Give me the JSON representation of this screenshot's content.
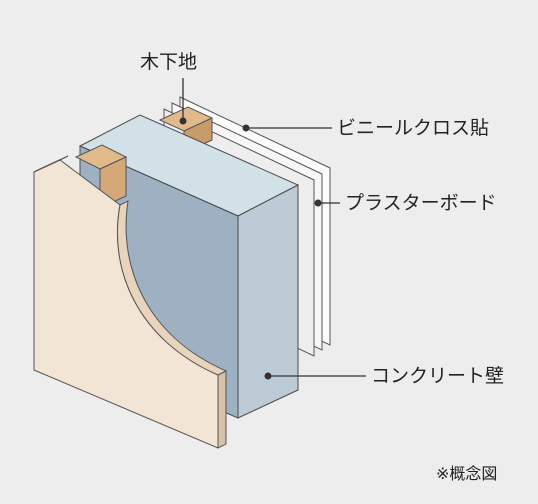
{
  "labels": {
    "wood_furring": "木下地",
    "vinyl_cloth": "ビニールクロス貼",
    "plaster_board": "プラスターボード",
    "concrete_wall": "コンクリート壁"
  },
  "note": "※概念図",
  "colors": {
    "background": "#ededed",
    "concrete_front": "#9eb1c2",
    "concrete_top": "#d2e0e8",
    "concrete_side": "#bccbd5",
    "wood": "#e1b98b",
    "board": "#f3e5d6",
    "line": "#333333"
  }
}
